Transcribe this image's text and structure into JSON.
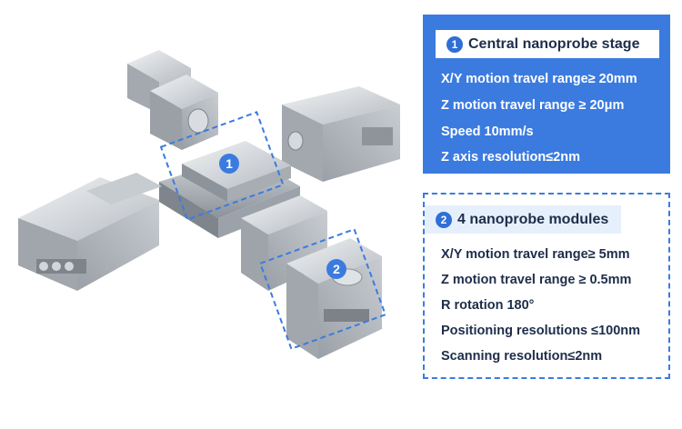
{
  "illustration": {
    "label_1": "1",
    "label_2": "2"
  },
  "central_stage": {
    "number": "1",
    "title": "Central nanoprobe stage",
    "specs": [
      "X/Y motion travel range≥ 20mm",
      "Z motion travel range ≥ 20μm",
      "Speed 10mm/s",
      "Z axis resolution≤2nm"
    ]
  },
  "modules": {
    "number": "2",
    "title": "4 nanoprobe modules",
    "specs": [
      "X/Y motion travel range≥ 5mm",
      "Z motion travel range ≥ 0.5mm",
      "R rotation 180°",
      "Positioning resolutions ≤100nm",
      "Scanning resolution≤2nm"
    ]
  },
  "colors": {
    "accent": "#3b7be0",
    "panel_text": "#ffffff",
    "body_text": "#1e2d4a",
    "metal_light": "#e2e5e8",
    "metal_mid": "#b9bec4",
    "metal_dark": "#8d939a"
  }
}
